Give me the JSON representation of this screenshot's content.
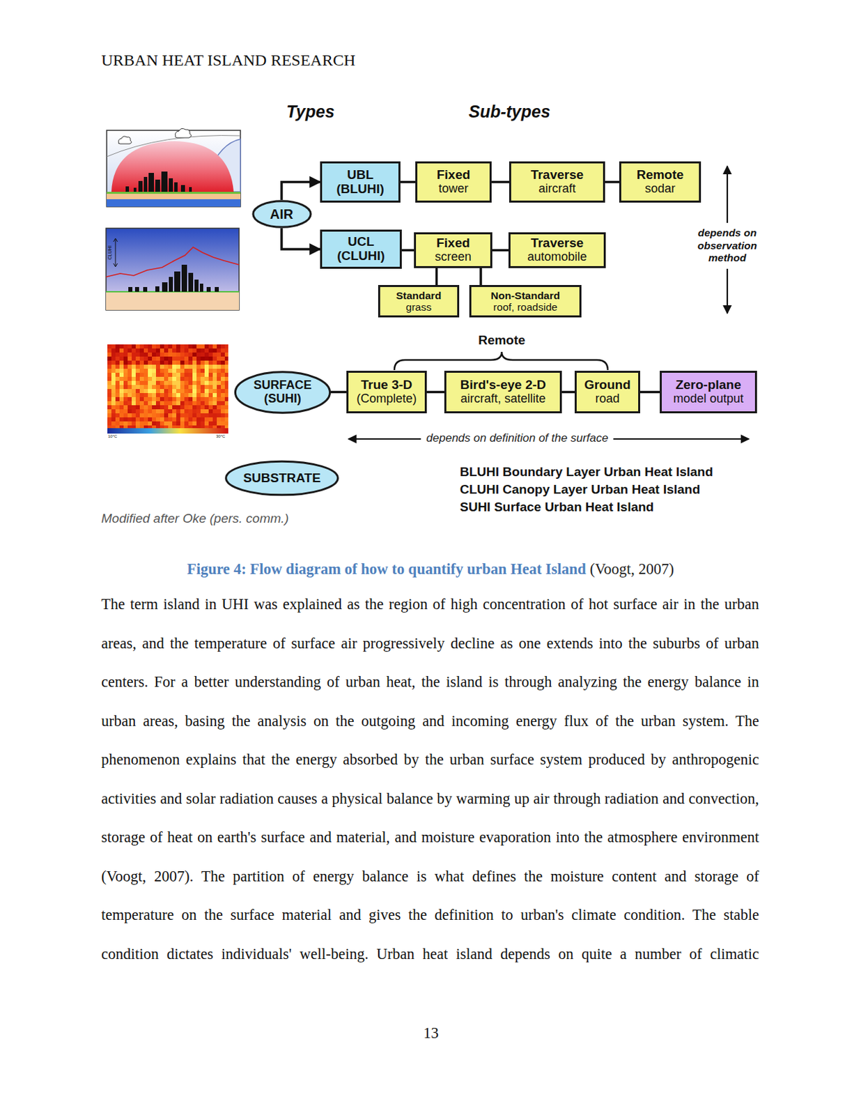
{
  "diagram": {
    "title": "URBAN HEAT ISLAND RESEARCH",
    "caption": "Figure 4: Flow diagram of how to quantify urban Heat Island",
    "nodes": [
      {
        "text": [
          "AIR"
        ]
      },
      {
        "text": [
          "UBL",
          "(BLUHI)"
        ]
      },
      {
        "text": [
          "Fixed",
          "tower"
        ]
      },
      {
        "text": [
          "Traverse",
          "aircraft"
        ]
      },
      {
        "text": [
          "Remote",
          "sodar"
        ]
      },
      {
        "text": [
          "UCL",
          "(CLUHI)"
        ]
      },
      {
        "text": [
          "Fixed",
          "screen"
        ]
      },
      {
        "text": [
          "Traverse",
          "automobile"
        ]
      },
      {
        "text": [
          "Standard",
          "grass"
        ]
      },
      {
        "text": [
          "Non-Standard",
          "roof, roadside"
        ]
      },
      {
        "text": [
          "SURFACE",
          "(SUHI)"
        ]
      },
      {
        "text": [
          "True 3-D",
          "(Complete)"
        ]
      },
      {
        "text": [
          "Bird's-eye 2-D",
          "aircraft, satellite"
        ]
      },
      {
        "text": [
          "Ground",
          "road"
        ]
      },
      {
        "text": [
          "Zero-plane",
          "model output"
        ]
      },
      {
        "text": [
          "SUBSTRATE"
        ]
      }
    ],
    "edges": [
      {
        "from": 0,
        "to": 1,
        "arrow": "to"
      },
      {
        "from": 0,
        "to": 5,
        "arrow": "to"
      },
      {
        "from": 1,
        "to": 2,
        "arrow": "none"
      },
      {
        "from": 2,
        "to": 3,
        "arrow": "none"
      },
      {
        "from": 3,
        "to": 4,
        "arrow": "none"
      },
      {
        "from": 5,
        "to": 6,
        "arrow": "none"
      },
      {
        "from": 6,
        "to": 7,
        "arrow": "none"
      },
      {
        "from": 6,
        "to": 8,
        "arrow": "none"
      },
      {
        "from": 6,
        "to": 9,
        "arrow": "none"
      },
      {
        "from": 10,
        "to": 11,
        "arrow": "none"
      },
      {
        "from": 11,
        "to": 12,
        "arrow": "none"
      },
      {
        "from": 12,
        "to": 13,
        "arrow": "none"
      },
      {
        "from": 13,
        "to": 14,
        "arrow": "none"
      }
    ],
    "labels": [
      "Types",
      "Sub-types",
      "depends on observation method",
      "Remote",
      "depends on definition of the surface",
      "BLUHI Boundary Layer Urban Heat Island",
      "CLUHI Canopy Layer Urban Heat Island",
      "SUHI Surface Urban Heat Island",
      "Modified after Oke (pers. comm.)",
      "CLUHI",
      "10°C",
      "30°C",
      "(Voogt, 2007)",
      "The term island in UHI was explained as the region of high concentration of hot surface air in the urban areas, and the temperature of surface air progressively decline as one extends into the suburbs of urban centers. For a better understanding of urban heat, the island is through analyzing the energy balance in urban areas, basing the analysis on the outgoing and incoming energy flux of the urban system. The phenomenon explains that the energy absorbed by the urban surface system produced by anthropogenic activities and solar radiation causes a physical balance by warming up air through radiation and convection, storage of heat on earth's surface and material, and moisture evaporation into the atmosphere environment (Voogt, 2007). The partition of energy balance is what defines the moisture content and storage of temperature on the surface material and gives the definition to urban's climate condition. The stable condition dictates individuals' well-being. Urban heat island depends on quite a number of climatic",
      "13"
    ]
  }
}
